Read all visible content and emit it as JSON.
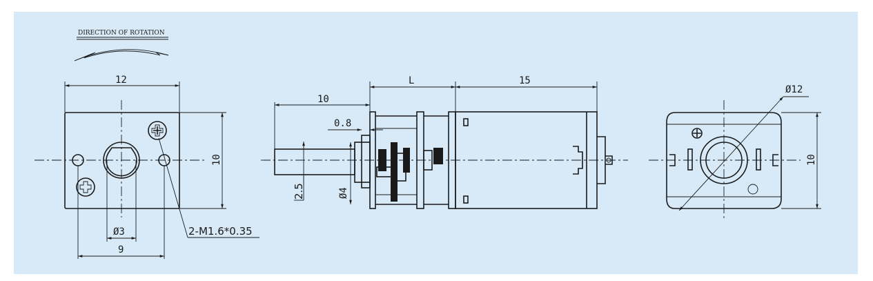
{
  "direction_label": "DIRECTION OF ROTATION",
  "left_view": {
    "width_dim": "12",
    "height_dim": "10",
    "hole_dia": "Ø3",
    "hole_spacing": "9",
    "thread_note": "2-M1.6*0.35"
  },
  "side_view": {
    "shaft_length": "10",
    "gear_length": "L",
    "motor_length": "15",
    "flange_thk": "0.8",
    "shaft_flat": "2.5",
    "shaft_dia": "Ø4"
  },
  "end_view": {
    "diameter": "Ø12",
    "height_dim": "10"
  },
  "colors": {
    "background": "#d8eaf8",
    "line": "#1a1a1a"
  }
}
